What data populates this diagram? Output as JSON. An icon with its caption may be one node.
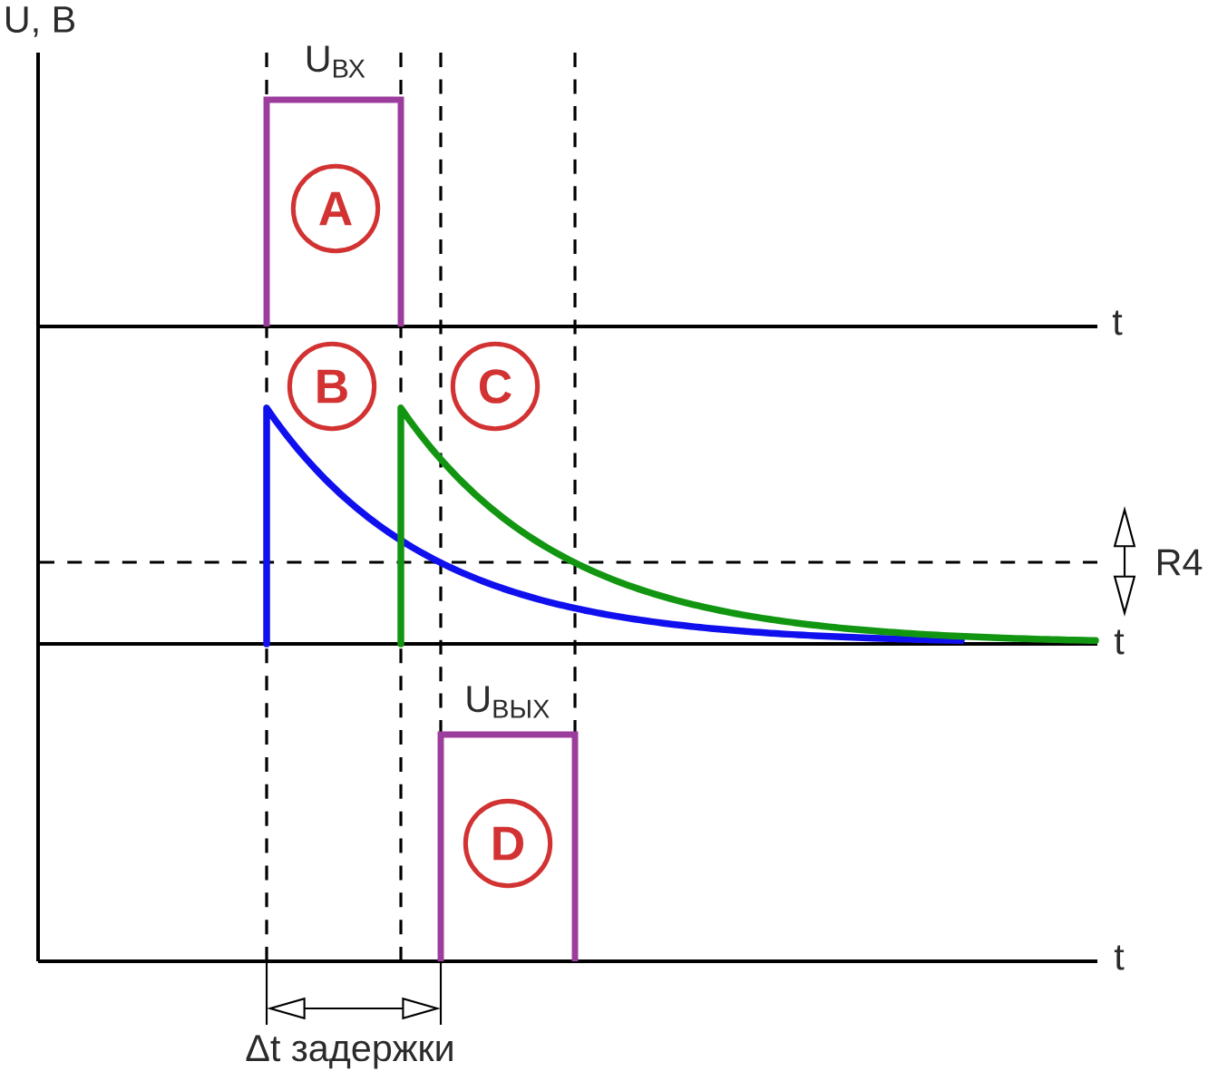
{
  "diagram": {
    "nodes": [
      {
        "text": [
          "A"
        ]
      },
      {
        "text": [
          "B"
        ]
      },
      {
        "text": [
          "C"
        ]
      },
      {
        "text": [
          "D"
        ]
      }
    ],
    "labels": [
      "U, В",
      "U$_{ВХ}$",
      "t",
      "R4",
      "t",
      "U$_{ВЫХ}$",
      "t",
      "Δt задержки"
    ]
  }
}
